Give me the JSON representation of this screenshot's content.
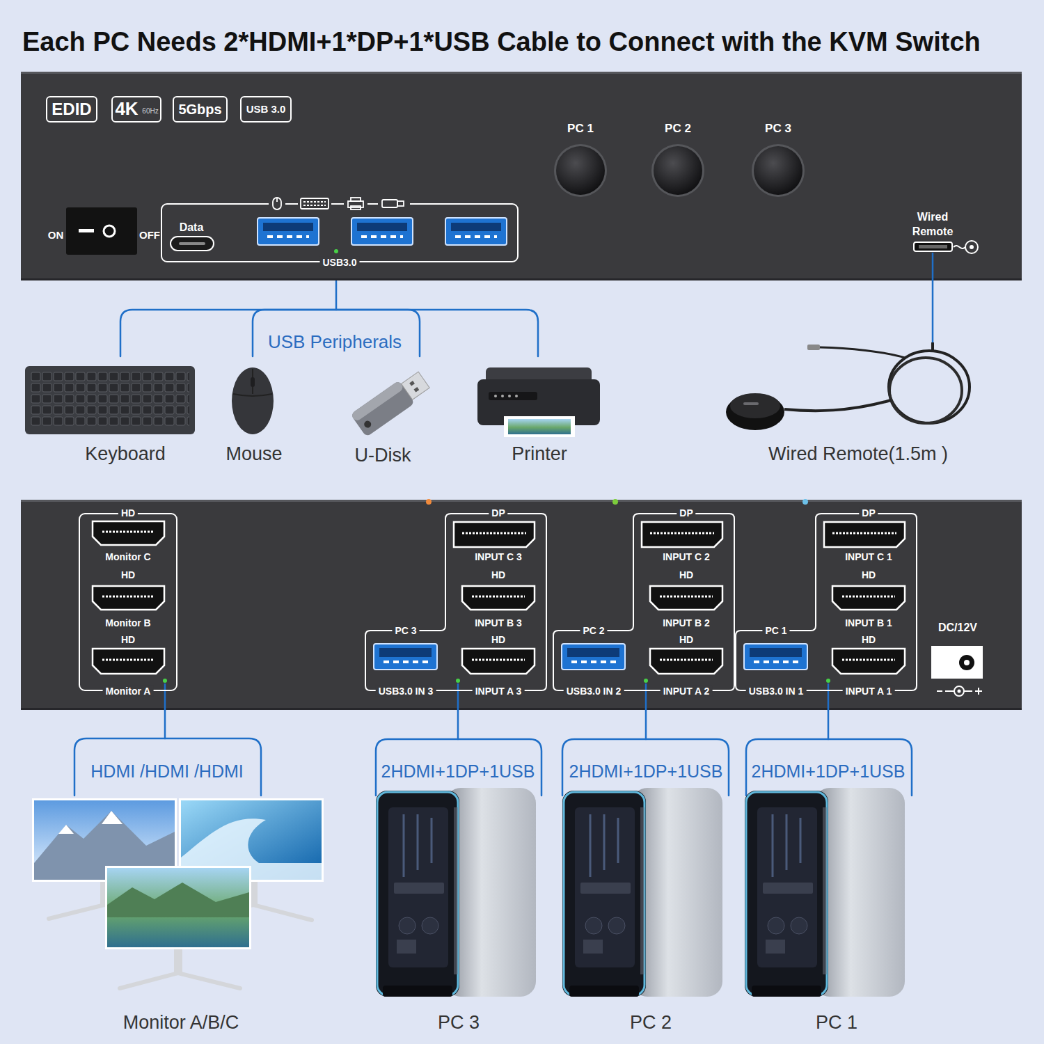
{
  "diagram": {
    "title": "Each PC Needs 2*HDMI+1*DP+1*USB Cable to Connect with the KVM Switch",
    "nodes": [
      {
        "text": [
          "ON",
          "OFF",
          "PC 1",
          "PC 2",
          "PC 3",
          "Wired Remote"
        ]
      },
      {
        "text": [
          "EDID"
        ],
        "in": 0
      },
      {
        "text": [
          "4K",
          "60Hz"
        ],
        "in": 0
      },
      {
        "text": [
          "5Gbps"
        ],
        "in": 0
      },
      {
        "text": [
          "USB 3.0"
        ],
        "in": 0
      },
      {
        "text": [
          "Data",
          "USB3.0"
        ],
        "in": 0
      },
      {
        "text": [
          "DC/12V"
        ]
      },
      {
        "text": [
          "HD",
          "Monitor C",
          "HD",
          "Monitor B",
          "HD",
          "Monitor A"
        ],
        "in": 6
      },
      {
        "text": [
          "DP",
          "INPUT C 3",
          "HD",
          "INPUT B 3",
          "HD",
          "INPUT A 3",
          "PC 3",
          "USB3.0 IN 3"
        ],
        "in": 6
      },
      {
        "text": [
          "DP",
          "INPUT C 2",
          "HD",
          "INPUT B 2",
          "HD",
          "INPUT A 2",
          "PC 2",
          "USB3.0 IN 2"
        ],
        "in": 6
      },
      {
        "text": [
          "DP",
          "INPUT C 1",
          "HD",
          "INPUT B 1",
          "HD",
          "INPUT A 1",
          "PC 1",
          "USB3.0 IN 1"
        ],
        "in": 6
      }
    ],
    "labels": [
      "USB Peripherals",
      "Keyboard",
      "Mouse",
      "U-Disk",
      "Printer",
      "Wired Remote(1.5m )",
      "HDMI /HDMI /HDMI",
      "2HDMI+1DP+1USB",
      "2HDMI+1DP+1USB",
      "2HDMI+1DP+1USB",
      "Monitor A/B/C",
      "PC 3",
      "PC 2",
      "PC 1"
    ]
  }
}
